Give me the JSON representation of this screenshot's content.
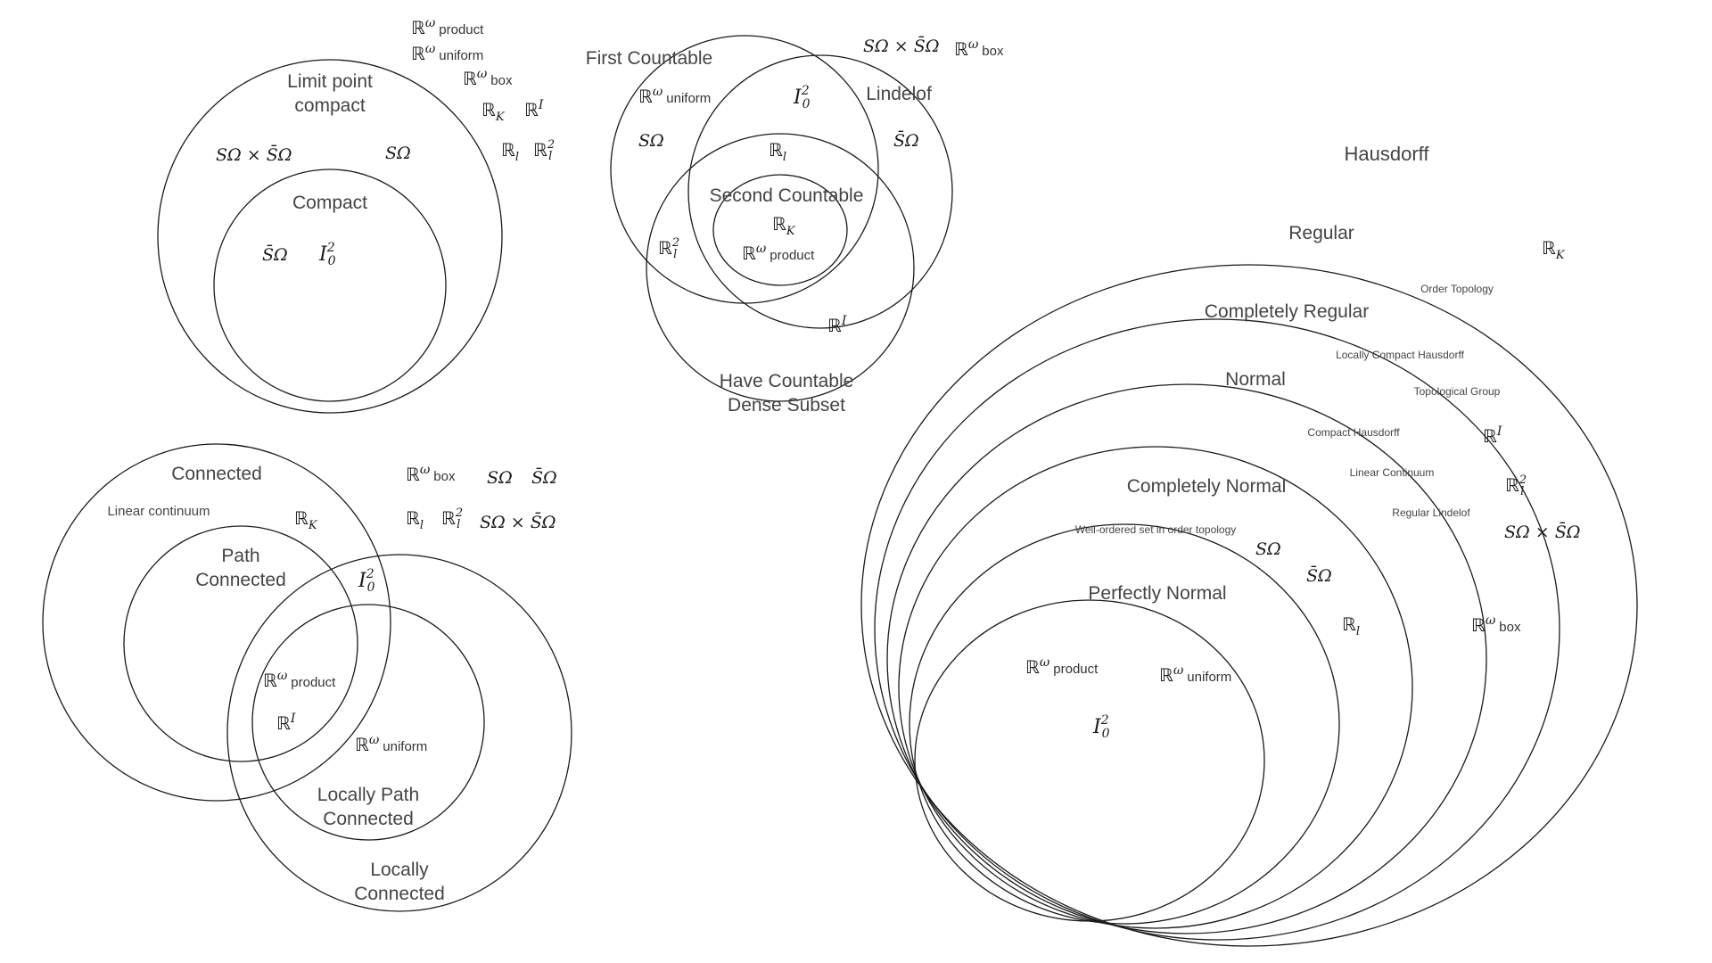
{
  "compactness": {
    "labels": {
      "limit_point_1": "Limit point",
      "limit_point_2": "compact",
      "compact": "Compact"
    },
    "items": {
      "r_omega_product_sup": "ω",
      "r_omega_product_sub": "product",
      "r_omega_uniform_sup": "ω",
      "r_omega_uniform_sub": "uniform",
      "r_omega_box_sup": "ω",
      "r_omega_box_sub": "box",
      "r_k_sub": "K",
      "r_i_sup": "I",
      "r_l_sub": "l",
      "r_l2_sup": "2",
      "r_l2_sub": "l",
      "s_omega_times_bar": "SΩ × S̄Ω",
      "s_omega": "SΩ",
      "s_omega_bar": "S̄Ω",
      "i02_base": "I",
      "i02_sup": "2",
      "i02_sub": "0"
    }
  },
  "countability": {
    "labels": {
      "first_countable": "First Countable",
      "lindelof": "Lindelof",
      "second_countable": "Second Countable",
      "dense_1": "Have Countable",
      "dense_2": "Dense Subset"
    },
    "items": {
      "s_omega_times_bar": "SΩ × S̄Ω",
      "r_omega_box_sup": "ω",
      "r_omega_box_sub": "box",
      "r_omega_uniform_sup": "ω",
      "r_omega_uniform_sub": "uniform",
      "i02_base": "I",
      "i02_sup": "2",
      "i02_sub": "0",
      "s_omega": "SΩ",
      "s_omega_bar": "S̄Ω",
      "r_l_sub": "l",
      "r_l2_sup": "2",
      "r_l2_sub": "l",
      "r_k_sub": "K",
      "r_omega_product_sup": "ω",
      "r_omega_product_sub": "product",
      "r_i_sup": "I"
    }
  },
  "connectedness": {
    "labels": {
      "connected": "Connected",
      "linear_continuum": "Linear continuum",
      "path_1": "Path",
      "path_2": "Connected",
      "lpc_1": "Locally Path",
      "lpc_2": "Connected",
      "lc_1": "Locally",
      "lc_2": "Connected"
    },
    "items": {
      "r_omega_box_sup": "ω",
      "r_omega_box_sub": "box",
      "s_omega": "SΩ",
      "s_omega_bar": "S̄Ω",
      "r_l_sub": "l",
      "r_l2_sup": "2",
      "r_l2_sub": "l",
      "s_omega_times_bar": "SΩ × S̄Ω",
      "r_k_sub": "K",
      "i02_base": "I",
      "i02_sup": "2",
      "i02_sub": "0",
      "r_omega_product_sup": "ω",
      "r_omega_product_sub": "product",
      "r_i_sup": "I",
      "r_omega_uniform_sup": "ω",
      "r_omega_uniform_sub": "uniform"
    }
  },
  "separation": {
    "labels": {
      "hausdorff": "Hausdorff",
      "regular": "Regular",
      "completely_regular": "Completely Regular",
      "normal": "Normal",
      "completely_normal": "Completely Normal",
      "perfectly_normal": "Perfectly Normal"
    },
    "notes": {
      "order_topology": "Order Topology",
      "locally_compact_hausdorff": "Locally Compact Hausdorff",
      "topological_group": "Topological Group",
      "compact_hausdorff": "Compact Hausdorff",
      "linear_continuum": "Linear Continuum",
      "regular_lindelof": "Regular Lindelof",
      "well_ordered": "Well-ordered set in order topology"
    },
    "items": {
      "r_k_sub": "K",
      "r_i_sup": "I",
      "r_l2_sup": "2",
      "r_l2_sub": "l",
      "s_omega_times_bar": "SΩ × S̄Ω",
      "r_omega_box_sup": "ω",
      "r_omega_box_sub": "box",
      "s_omega": "SΩ",
      "s_omega_bar": "S̄Ω",
      "r_l_sub": "l",
      "r_omega_product_sup": "ω",
      "r_omega_product_sub": "product",
      "r_omega_uniform_sup": "ω",
      "r_omega_uniform_sub": "uniform",
      "i02_base": "I",
      "i02_sup": "2",
      "i02_sub": "0"
    }
  },
  "symbols": {
    "reals": "ℝ"
  }
}
